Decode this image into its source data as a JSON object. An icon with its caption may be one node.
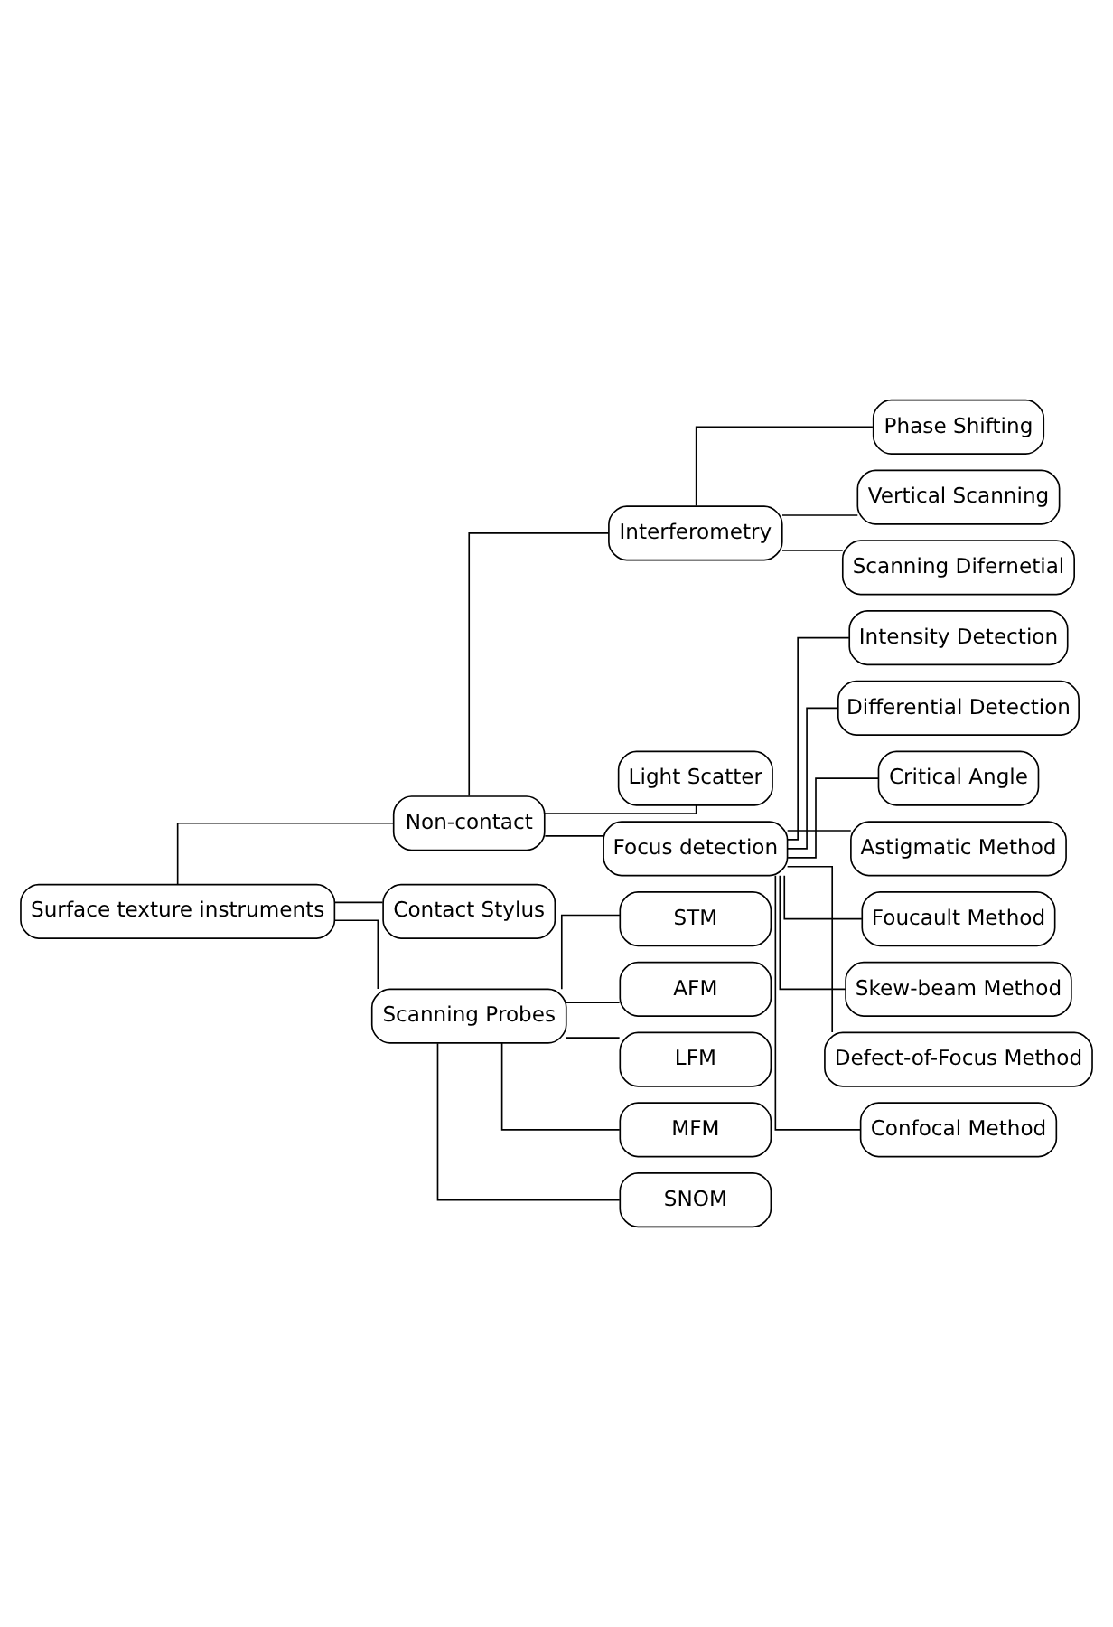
{
  "diagram": {
    "nodes": [
      {
        "text": [
          "Surface texture instruments"
        ]
      },
      {
        "text": [
          "Non-contact"
        ]
      },
      {
        "text": [
          "Interferometry"
        ]
      },
      {
        "text": [
          "Phase Shifting"
        ]
      },
      {
        "text": [
          "Vertical Scanning"
        ]
      },
      {
        "text": [
          "Scanning Difernetial"
        ]
      },
      {
        "text": [
          "Light Scatter"
        ]
      },
      {
        "text": [
          "Focus detection"
        ]
      },
      {
        "text": [
          "Intensity Detection"
        ]
      },
      {
        "text": [
          "Differential Detection"
        ]
      },
      {
        "text": [
          "Critical Angle"
        ]
      },
      {
        "text": [
          "Astigmatic Method"
        ]
      },
      {
        "text": [
          "Foucault Method"
        ]
      },
      {
        "text": [
          "Skew-beam Method"
        ]
      },
      {
        "text": [
          "Defect-of-Focus Method"
        ]
      },
      {
        "text": [
          "Confocal Method"
        ]
      },
      {
        "text": [
          "Contact Stylus"
        ]
      },
      {
        "text": [
          "Scanning Probes"
        ]
      },
      {
        "text": [
          "STM"
        ]
      },
      {
        "text": [
          "AFM"
        ]
      },
      {
        "text": [
          "LFM"
        ]
      },
      {
        "text": [
          "MFM"
        ]
      },
      {
        "text": [
          "SNOM"
        ]
      }
    ],
    "edges": [
      {
        "from": 0,
        "to": 1,
        "arrow": "none"
      },
      {
        "from": 0,
        "to": 16,
        "arrow": "none"
      },
      {
        "from": 0,
        "to": 17,
        "arrow": "none"
      },
      {
        "from": 1,
        "to": 2,
        "arrow": "none"
      },
      {
        "from": 1,
        "to": 6,
        "arrow": "none"
      },
      {
        "from": 1,
        "to": 7,
        "arrow": "none"
      },
      {
        "from": 2,
        "to": 3,
        "arrow": "none"
      },
      {
        "from": 2,
        "to": 4,
        "arrow": "none"
      },
      {
        "from": 2,
        "to": 5,
        "arrow": "none"
      },
      {
        "from": 7,
        "to": 8,
        "arrow": "none"
      },
      {
        "from": 7,
        "to": 9,
        "arrow": "none"
      },
      {
        "from": 7,
        "to": 10,
        "arrow": "none"
      },
      {
        "from": 7,
        "to": 11,
        "arrow": "none"
      },
      {
        "from": 7,
        "to": 12,
        "arrow": "none"
      },
      {
        "from": 7,
        "to": 13,
        "arrow": "none"
      },
      {
        "from": 7,
        "to": 14,
        "arrow": "none"
      },
      {
        "from": 7,
        "to": 15,
        "arrow": "none"
      },
      {
        "from": 17,
        "to": 18,
        "arrow": "none"
      },
      {
        "from": 17,
        "to": 19,
        "arrow": "none"
      },
      {
        "from": 17,
        "to": 20,
        "arrow": "none"
      },
      {
        "from": 17,
        "to": 21,
        "arrow": "none"
      },
      {
        "from": 17,
        "to": 22,
        "arrow": "none"
      }
    ]
  }
}
